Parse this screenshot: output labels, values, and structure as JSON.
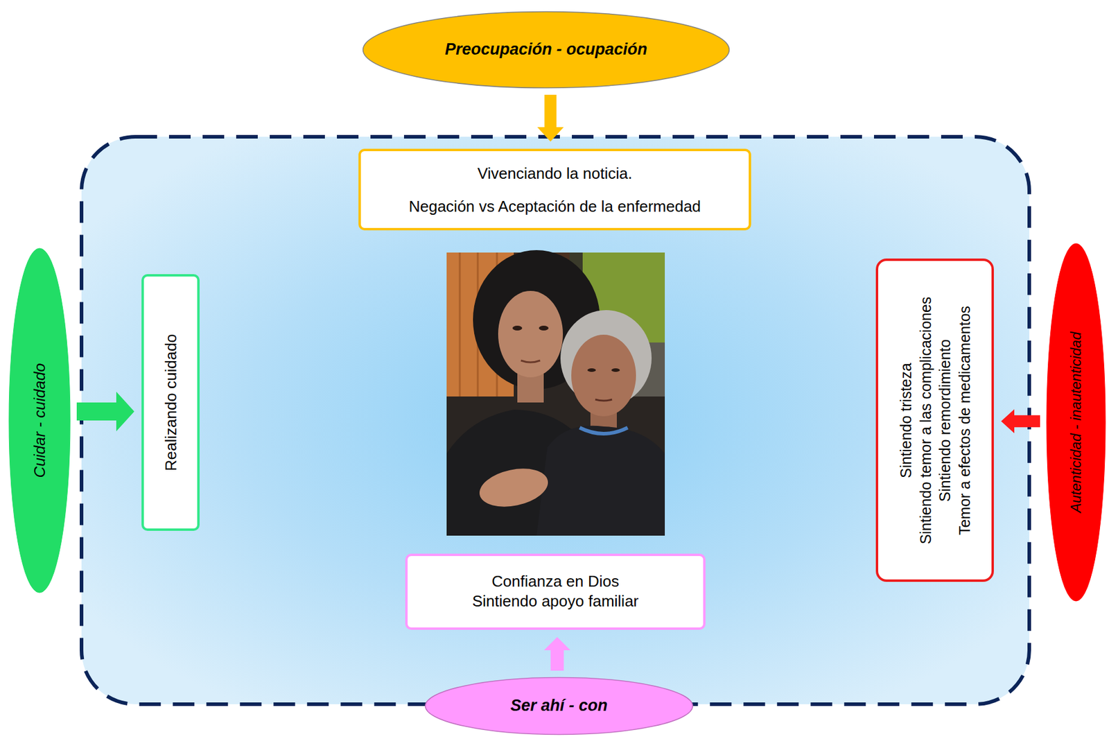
{
  "diagram": {
    "nodes": [
      {
        "text": [
          "Preocupación - ocupación"
        ]
      },
      {
        "text": [
          "Vivenciando la noticia.",
          "Negación vs Aceptación de la enfermedad"
        ]
      },
      {
        "text": [
          "Cuidar - cuidado"
        ]
      },
      {
        "text": [
          "Realizando cuidado"
        ]
      },
      {
        "text": [
          "Sintiendo tristeza",
          "Sintiendo temor a las complicaciones",
          "Sintiendo remordimiento",
          "Temor a efectos de medicamentos"
        ]
      },
      {
        "text": [
          "Autenticidad - inautenticidad"
        ]
      },
      {
        "text": [
          "Confianza en Dios",
          "Sintiendo apoyo familiar"
        ]
      },
      {
        "text": [
          "Ser ahí - con"
        ]
      }
    ],
    "edges": [
      {
        "from": 0,
        "to": 1,
        "arrow": "to"
      },
      {
        "from": 2,
        "to": 3,
        "arrow": "to"
      },
      {
        "from": 5,
        "to": 4,
        "arrow": "to"
      },
      {
        "from": 7,
        "to": 6,
        "arrow": "to"
      }
    ]
  }
}
